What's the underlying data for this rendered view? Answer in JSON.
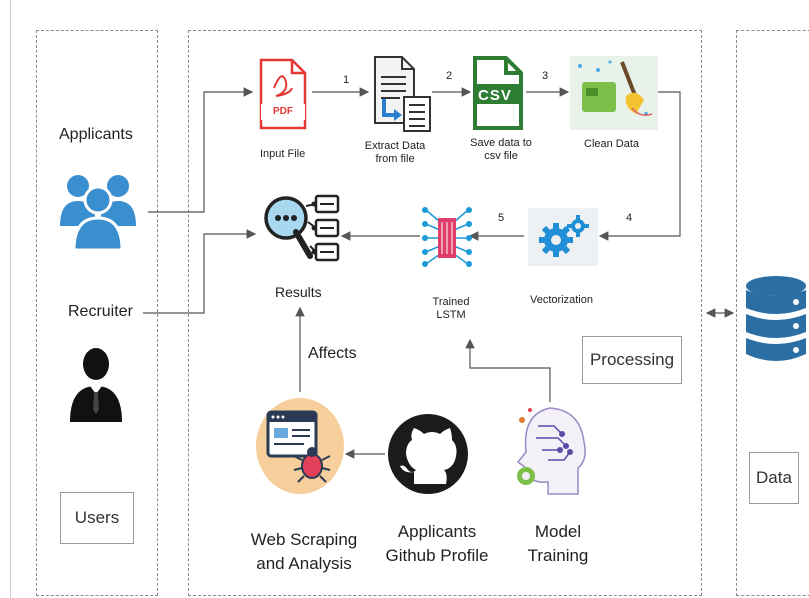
{
  "groups": {
    "users": "Users",
    "processing": "Processing",
    "data": "Data"
  },
  "actors": {
    "applicants": "Applicants",
    "recruiter": "Recruiter"
  },
  "pipeline": {
    "input_file": "Input File",
    "pdf_badge": "PDF",
    "extract_line1": "Extract Data",
    "extract_line2": "from file",
    "csv_badge": "CSV",
    "save_line1": "Save data to",
    "save_line2": "csv file",
    "clean_data": "Clean Data",
    "vectorization": "Vectorization",
    "trained_line1": "Trained",
    "trained_line2": "LSTM",
    "results": "Results"
  },
  "steps": [
    "1",
    "2",
    "3",
    "4",
    "5"
  ],
  "bottom": {
    "affects": "Affects",
    "web_line1": "Web Scraping",
    "web_line2": "and Analysis",
    "github_line1": "Applicants",
    "github_line2": "Github Profile",
    "model_line1": "Model",
    "model_line2": "Training"
  },
  "colors": {
    "user_blue": "#3a8fd1",
    "pdf_red": "#e53935",
    "csv_green": "#2e7d32",
    "gear_blue": "#1f8fd6",
    "db_blue": "#2b6ea3",
    "line_gray": "#555555"
  }
}
